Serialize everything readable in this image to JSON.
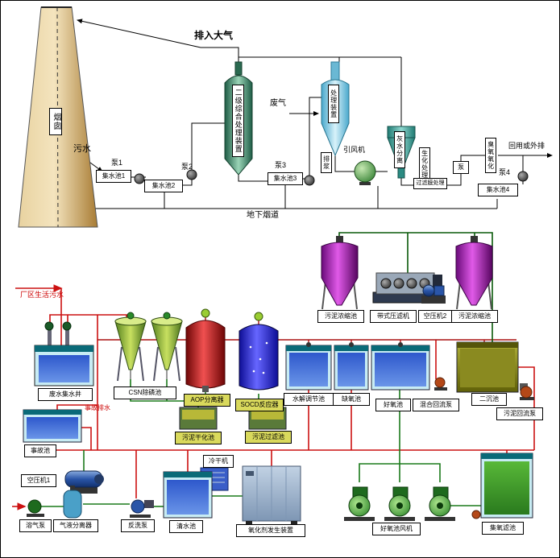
{
  "colors": {
    "pipe_red": "#cc1111",
    "pipe_green": "#1a7a1a",
    "manifold_red": "#aa1111",
    "chimney_tan": "#d8b070"
  },
  "top": {
    "to_atmosphere": "排入大气",
    "chimney": "烟囱",
    "wastewater": "污水",
    "pump1": "泵1",
    "sump1": "集水池1",
    "sump2": "集水池2",
    "pump2": "泵2",
    "column": "二级综合处理装置",
    "waste_gas": "废气",
    "cyclone": "处理装置",
    "slurry": "排浆",
    "pump3": "泵3",
    "sump3": "集水池3",
    "fan": "引风机",
    "separator": "灰水分离",
    "bio_treat": "生化处理",
    "membrane": "过滤膜处理",
    "pump": "泵",
    "ozone": "臭氧氧化",
    "reuse": "回用或外排",
    "pump4": "泵4",
    "sump4": "集水池4",
    "flue": "地下烟道"
  },
  "bottom": {
    "inlet": "厂区生活污水",
    "well": "废水集水井",
    "csn": "CSN除磷池",
    "aop": "AOP分离器",
    "socd": "SOCD反应器",
    "hydrolysis": "水解调节池",
    "anoxic": "缺氧池",
    "aerobic": "好氧池",
    "mix_pump": "混合回流泵",
    "clarifier": "二沉池",
    "sludge_pump": "污泥回流泵",
    "thickener_left": "污泥浓缩池",
    "press": "带式压滤机",
    "compressor2": "空压机2",
    "thickener_right": "污泥浓缩池",
    "accident": "事故池",
    "accident_drain": "事故排水",
    "compressor1": "空压机1",
    "drying": "污泥干化池",
    "filter_tank": "污泥过滤池",
    "dryer": "冷干机",
    "clean_tank": "清水池",
    "oxidant": "氧化剂发生装置",
    "air_pump": "溶气泵",
    "gas_separator": "气液分离器",
    "backwash": "反洗泵",
    "blower": "好氧池风机",
    "oxy_filter": "集氧滤池"
  }
}
